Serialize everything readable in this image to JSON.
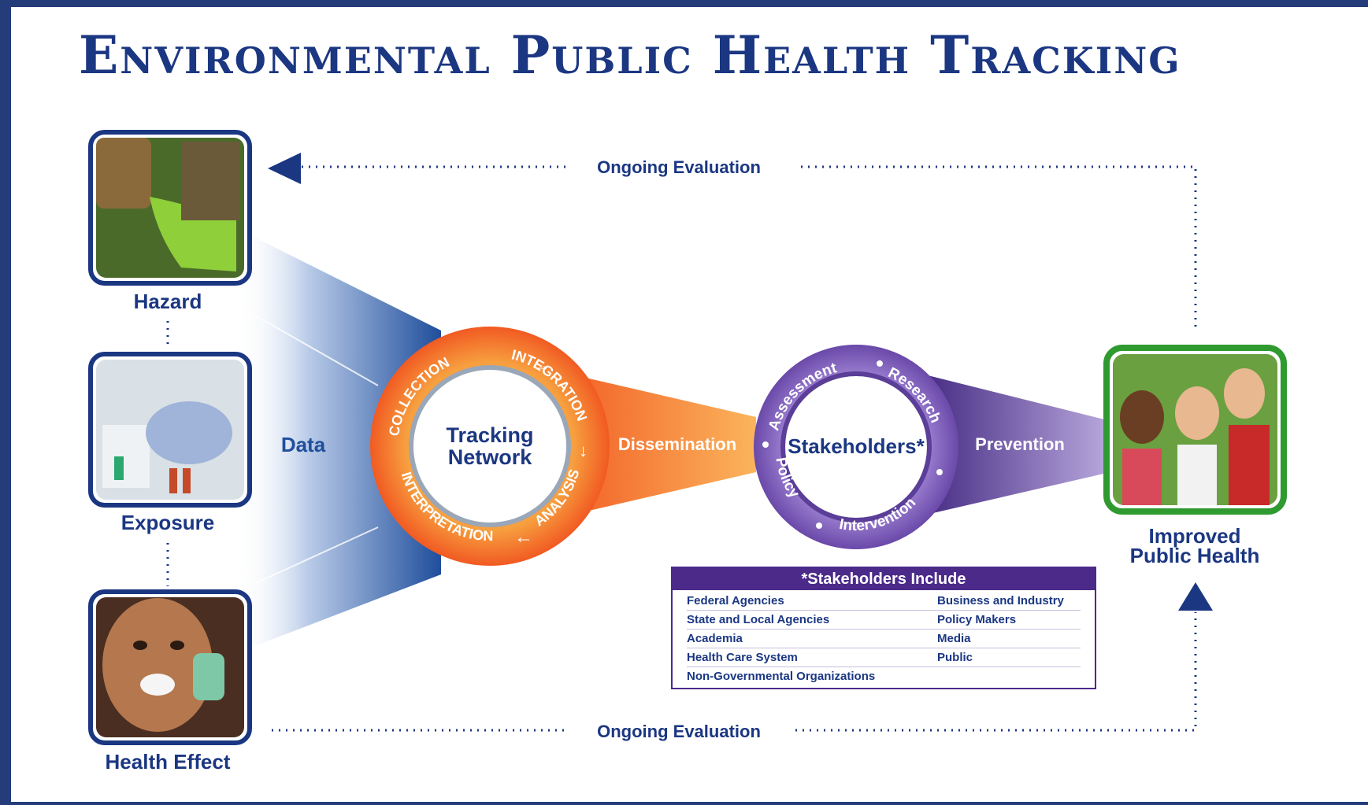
{
  "title": "Environmental Public Health Tracking",
  "left_steps": {
    "hazard": "Hazard",
    "exposure": "Exposure",
    "health_effect": "Health Effect"
  },
  "data_label": "Data",
  "tracking_network": {
    "center_line1": "Tracking",
    "center_line2": "Network",
    "ring_words": [
      "COLLECTION",
      "INTEGRATION",
      "ANALYSIS",
      "INTERPRETATION"
    ]
  },
  "dissemination_label": "Dissemination",
  "stakeholders_ring": {
    "center": "Stakeholders*",
    "ring_words": [
      "Assessment",
      "Research",
      "Intervention",
      "Policy"
    ]
  },
  "prevention_label": "Prevention",
  "outcome": {
    "line1": "Improved",
    "line2": "Public Health"
  },
  "evaluation": {
    "top": "Ongoing Evaluation",
    "bottom": "Ongoing Evaluation"
  },
  "stakeholders_table": {
    "header": "*Stakeholders Include",
    "rows": [
      [
        "Federal Agencies",
        "Business and Industry"
      ],
      [
        "State and Local Agencies",
        "Policy Makers"
      ],
      [
        "Academia",
        "Media"
      ],
      [
        "Health Care System",
        "Public"
      ],
      [
        "Non-Governmental Organizations",
        ""
      ]
    ]
  },
  "colors": {
    "navy": "#1b3782",
    "orange": "#f37021",
    "purple": "#5b3a9c",
    "green": "#2f9a2f",
    "data_blue": "#2a56a8"
  }
}
